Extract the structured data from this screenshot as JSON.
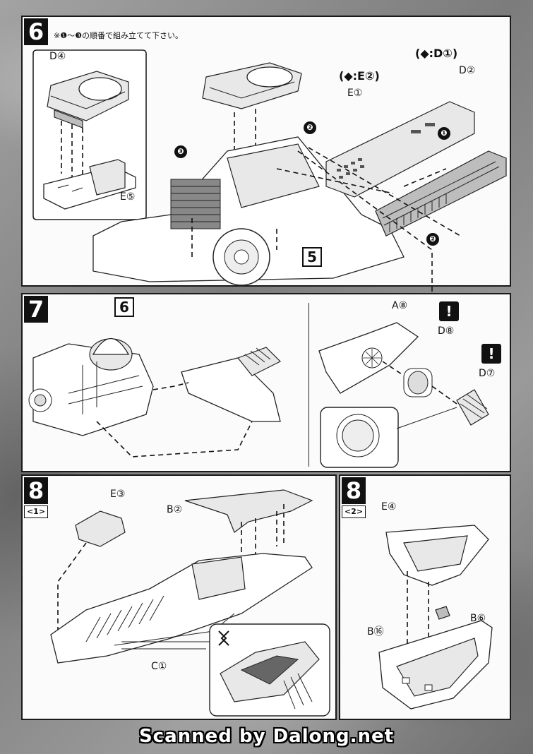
{
  "step6": {
    "number": "6",
    "note": "※❶～❸の順番で組み立てて下さい。",
    "labels": {
      "d4": "D④",
      "e5": "E⑤",
      "e1": "E①",
      "d2": "D②",
      "cap_e2": "(◆:E②)",
      "cap_d1": "(◆:D①)"
    },
    "markers": [
      "❶",
      "❷",
      "❸"
    ],
    "ref_step": "5"
  },
  "step7": {
    "number": "7",
    "ref_step": "6",
    "labels": {
      "a8": "A⑧",
      "d8": "D⑧",
      "d7": "D⑦"
    },
    "warn": "!"
  },
  "step8_1": {
    "number": "8",
    "sub": "<1>",
    "labels": {
      "e3": "E③",
      "b2": "B②",
      "c1": "C①"
    }
  },
  "step8_2": {
    "number": "8",
    "sub": "<2>",
    "labels": {
      "e4": "E④",
      "b6": "B⑥",
      "b16": "B⑯"
    }
  },
  "watermark": "Scanned by Dalong.net"
}
